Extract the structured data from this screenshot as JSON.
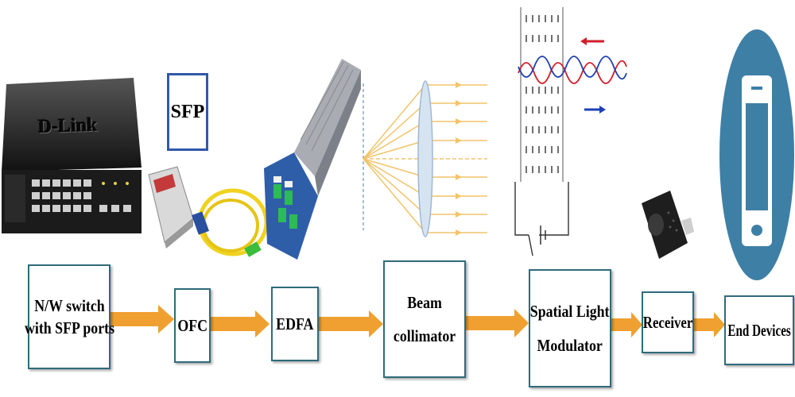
{
  "photo_labels": {
    "switch_brand": "D-Link",
    "sfp": "SFP"
  },
  "blocks": [
    {
      "id": "nw-switch",
      "lines": [
        "N/W switch",
        "with SFP ports"
      ]
    },
    {
      "id": "ofc",
      "lines": [
        "OFC"
      ]
    },
    {
      "id": "edfa",
      "lines": [
        "EDFA"
      ]
    },
    {
      "id": "beam-collimator",
      "lines": [
        "Beam",
        "collimator"
      ]
    },
    {
      "id": "slm",
      "lines": [
        "Spatial Light",
        "Modulator"
      ]
    },
    {
      "id": "receiver",
      "lines": [
        "Receiver"
      ]
    },
    {
      "id": "end-devices",
      "lines": [
        "End Devices"
      ]
    }
  ],
  "colors": {
    "box_border": "#2f6b7c",
    "arrow": "#f0a030",
    "sfp_border": "#2e5aa8",
    "beam": "#f2c46a",
    "wave_red": "#d11f2a",
    "wave_blue": "#1f3fb4",
    "phone_circle": "#3e7fa6"
  },
  "icons": [
    "network-switch-icon",
    "sfp-module-icon",
    "fiber-cable-icon",
    "edfa-module-icon",
    "collimator-lens-icon",
    "modulator-icon",
    "usb-receiver-icon",
    "smartphone-icon"
  ]
}
